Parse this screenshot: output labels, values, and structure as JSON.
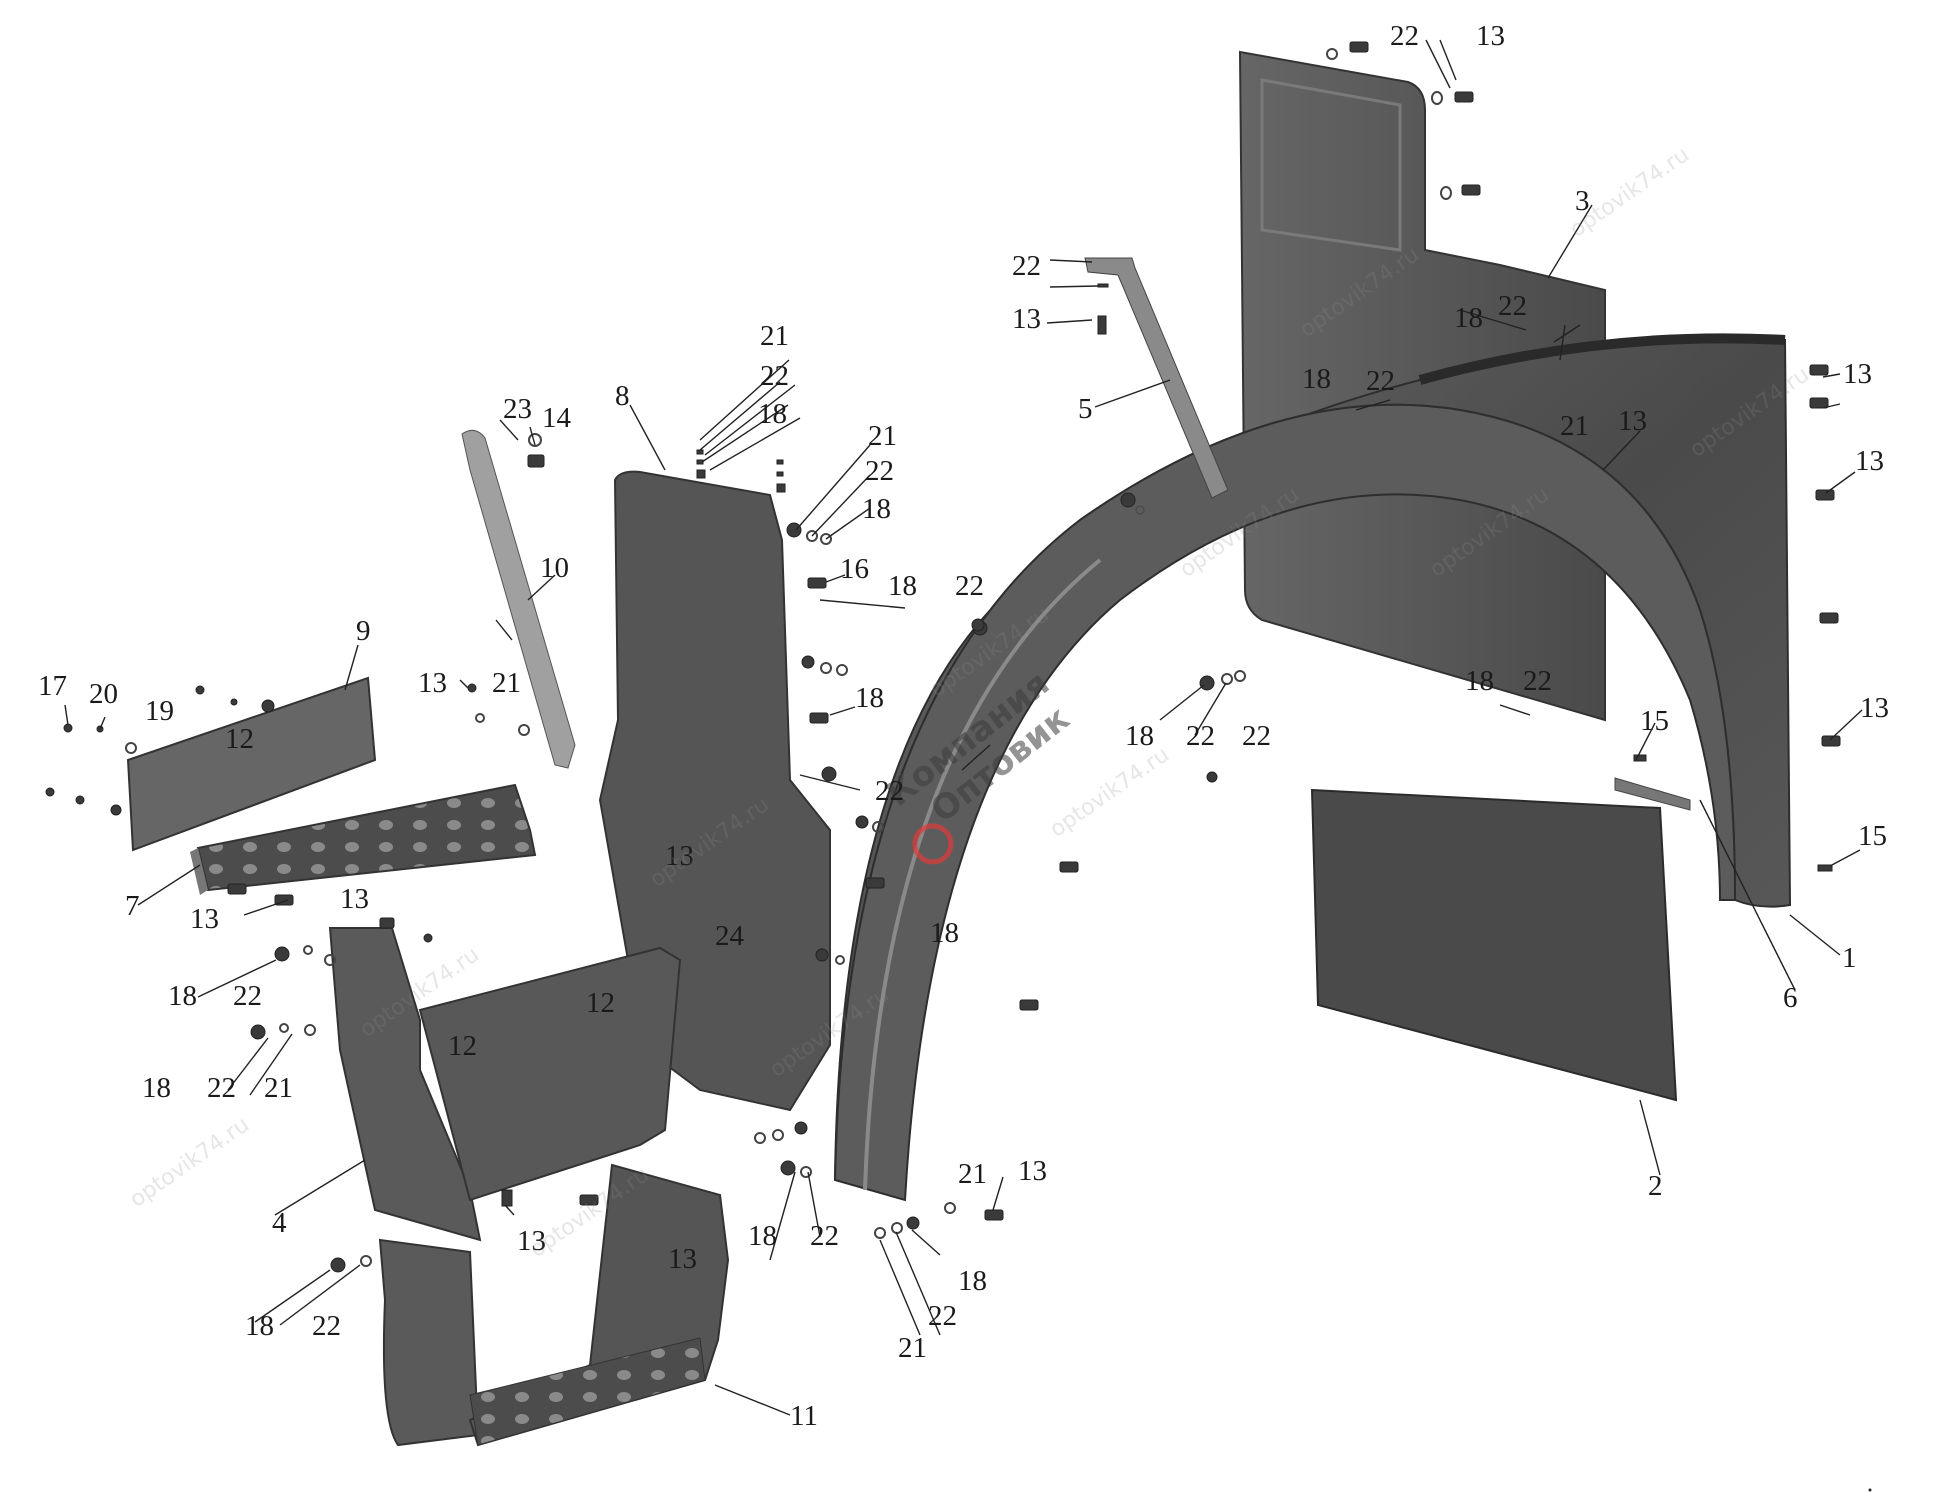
{
  "figure": {
    "colors": {
      "part_fill": "#4f4f4f",
      "part_dark": "#3a3a3a",
      "part_light": "#7a7a7a",
      "leader": "#222222",
      "brand_red": "#e23a3a"
    },
    "watermark": {
      "text": "optovik74.ru",
      "brand_line1": "Компания",
      "brand_line2": "Оптовик"
    },
    "labels": [
      {
        "id": "l1",
        "text": "1"
      },
      {
        "id": "l2",
        "text": "2"
      },
      {
        "id": "l3",
        "text": "3"
      },
      {
        "id": "l4",
        "text": "4"
      },
      {
        "id": "l5",
        "text": "5"
      },
      {
        "id": "l6",
        "text": "6"
      },
      {
        "id": "l7",
        "text": "7"
      },
      {
        "id": "l8",
        "text": "8"
      },
      {
        "id": "l9",
        "text": "9"
      },
      {
        "id": "l10",
        "text": "10"
      },
      {
        "id": "l11",
        "text": "11"
      },
      {
        "id": "l12a",
        "text": "12"
      },
      {
        "id": "l12b",
        "text": "12"
      },
      {
        "id": "l12c",
        "text": "12"
      },
      {
        "id": "l13a",
        "text": "13"
      },
      {
        "id": "l13b",
        "text": "13"
      },
      {
        "id": "l13c",
        "text": "13"
      },
      {
        "id": "l13d",
        "text": "13"
      },
      {
        "id": "l13e",
        "text": "13"
      },
      {
        "id": "l13f",
        "text": "13"
      },
      {
        "id": "l13g",
        "text": "13"
      },
      {
        "id": "l13h",
        "text": "13"
      },
      {
        "id": "l13i",
        "text": "13"
      },
      {
        "id": "l13j",
        "text": "13"
      },
      {
        "id": "l13k",
        "text": "13"
      },
      {
        "id": "l13l",
        "text": "13"
      },
      {
        "id": "l13m",
        "text": "13"
      },
      {
        "id": "l14",
        "text": "14"
      },
      {
        "id": "l15a",
        "text": "15"
      },
      {
        "id": "l15b",
        "text": "15"
      },
      {
        "id": "l16",
        "text": "16"
      },
      {
        "id": "l17",
        "text": "17"
      },
      {
        "id": "l18a",
        "text": "18"
      },
      {
        "id": "l18b",
        "text": "18"
      },
      {
        "id": "l18c",
        "text": "18"
      },
      {
        "id": "l18d",
        "text": "18"
      },
      {
        "id": "l18e",
        "text": "18"
      },
      {
        "id": "l18f",
        "text": "18"
      },
      {
        "id": "l18g",
        "text": "18"
      },
      {
        "id": "l18h",
        "text": "18"
      },
      {
        "id": "l18i",
        "text": "18"
      },
      {
        "id": "l18j",
        "text": "18"
      },
      {
        "id": "l18k",
        "text": "18"
      },
      {
        "id": "l18l",
        "text": "18"
      },
      {
        "id": "l18m",
        "text": "18"
      },
      {
        "id": "l18n",
        "text": "18"
      },
      {
        "id": "l19",
        "text": "19"
      },
      {
        "id": "l20",
        "text": "20"
      },
      {
        "id": "l21a",
        "text": "21"
      },
      {
        "id": "l21b",
        "text": "21"
      },
      {
        "id": "l21c",
        "text": "21"
      },
      {
        "id": "l21d",
        "text": "21"
      },
      {
        "id": "l21e",
        "text": "21"
      },
      {
        "id": "l21f",
        "text": "21"
      },
      {
        "id": "l21g",
        "text": "21"
      },
      {
        "id": "l22a",
        "text": "22"
      },
      {
        "id": "l22b",
        "text": "22"
      },
      {
        "id": "l22c",
        "text": "22"
      },
      {
        "id": "l22d",
        "text": "22"
      },
      {
        "id": "l22e",
        "text": "22"
      },
      {
        "id": "l22f",
        "text": "22"
      },
      {
        "id": "l22g",
        "text": "22"
      },
      {
        "id": "l22h",
        "text": "22"
      },
      {
        "id": "l22i",
        "text": "22"
      },
      {
        "id": "l22j",
        "text": "22"
      },
      {
        "id": "l22k",
        "text": "22"
      },
      {
        "id": "l22l",
        "text": "22"
      },
      {
        "id": "l22m",
        "text": "22"
      },
      {
        "id": "l22n",
        "text": "22"
      },
      {
        "id": "l22o",
        "text": "22"
      },
      {
        "id": "l22p",
        "text": "22"
      },
      {
        "id": "l23",
        "text": "23"
      },
      {
        "id": "l24",
        "text": "24"
      }
    ]
  }
}
